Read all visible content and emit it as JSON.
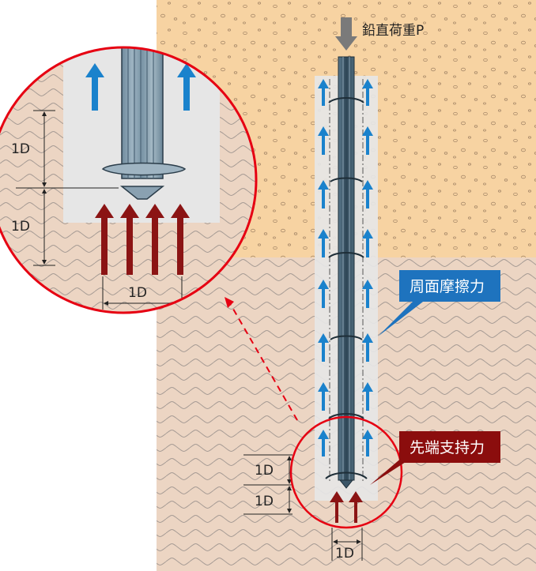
{
  "load_label": "鉛直荷重P",
  "callouts": {
    "friction": {
      "text": "周面摩擦力",
      "color": "#1e73be"
    },
    "tip": {
      "text": "先端支持力",
      "color": "#8b0d0d"
    }
  },
  "dimension_labels": {
    "main_upper": "1D",
    "main_lower": "1D",
    "main_width": "1D",
    "detail_upper": "1D",
    "detail_lower": "1D",
    "detail_width": "1D"
  },
  "colors": {
    "sand": "#f7d3a2",
    "clay": "#ecd5c3",
    "wave": "#a79c95",
    "pile": "#3c5668",
    "pile_light": "#7d98a8",
    "friction_arrow": "#1a82cc",
    "bearing_arrow": "#8b1414",
    "magnifier": "#e60012",
    "zone": "#e6e6e6"
  },
  "icons": {
    "load": "down-arrow-icon",
    "friction": "up-arrow-icon",
    "bearing": "up-arrow-icon"
  }
}
